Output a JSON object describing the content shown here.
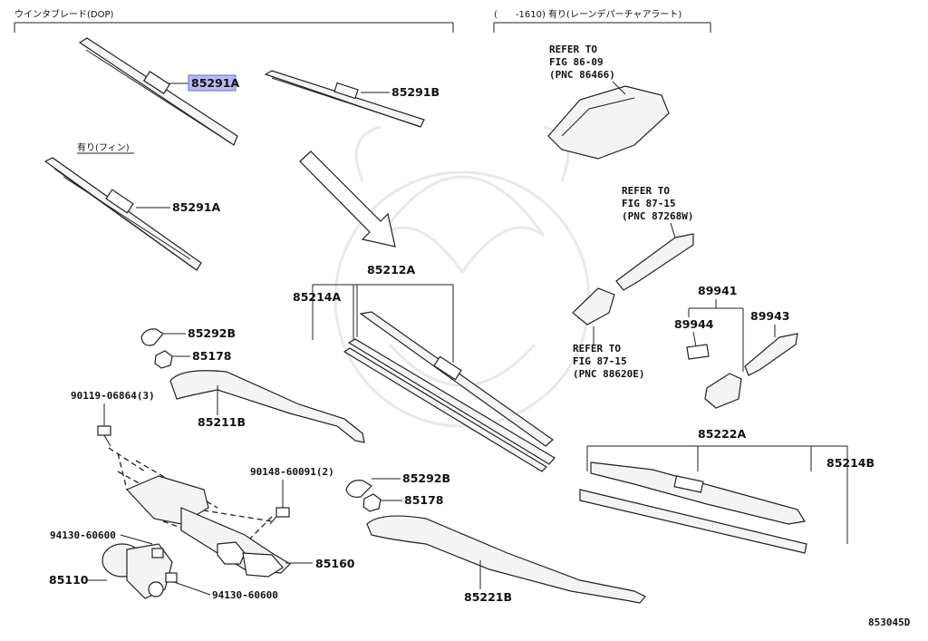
{
  "headers": {
    "left": "ウインタブレード(DOP)",
    "right": "(　　-1610) 有り(レーンデパーチャアラート)",
    "fin": "有り(フィン)"
  },
  "labels": {
    "p85291A_top": "85291A",
    "p85291B": "85291B",
    "p85291A_fin": "85291A",
    "p85212A": "85212A",
    "p85214A": "85214A",
    "p85292B_top": "85292B",
    "p85178_top": "85178",
    "p85211B": "85211B",
    "p90119": "90119-06864(3)",
    "p90148": "90148-60091(2)",
    "p85292B_bot": "85292B",
    "p85178_bot": "85178",
    "p94130_a": "94130-60600",
    "p85110": "85110",
    "p85160": "85160",
    "p94130_b": "94130-60600",
    "p85221B": "85221B",
    "p85222A": "85222A",
    "p85214B": "85214B",
    "p89941": "89941",
    "p89944": "89944",
    "p89943": "89943"
  },
  "refs": {
    "r1": [
      "REFER TO",
      "FIG 86-09",
      "(PNC 86466)"
    ],
    "r2": [
      "REFER TO",
      "FIG 87-15",
      "(PNC 87268W)"
    ],
    "r3": [
      "REFER TO",
      "FIG 87-15",
      "(PNC 88620E)"
    ]
  },
  "footer": "853045D",
  "highlight_color": "#b9b9f0"
}
